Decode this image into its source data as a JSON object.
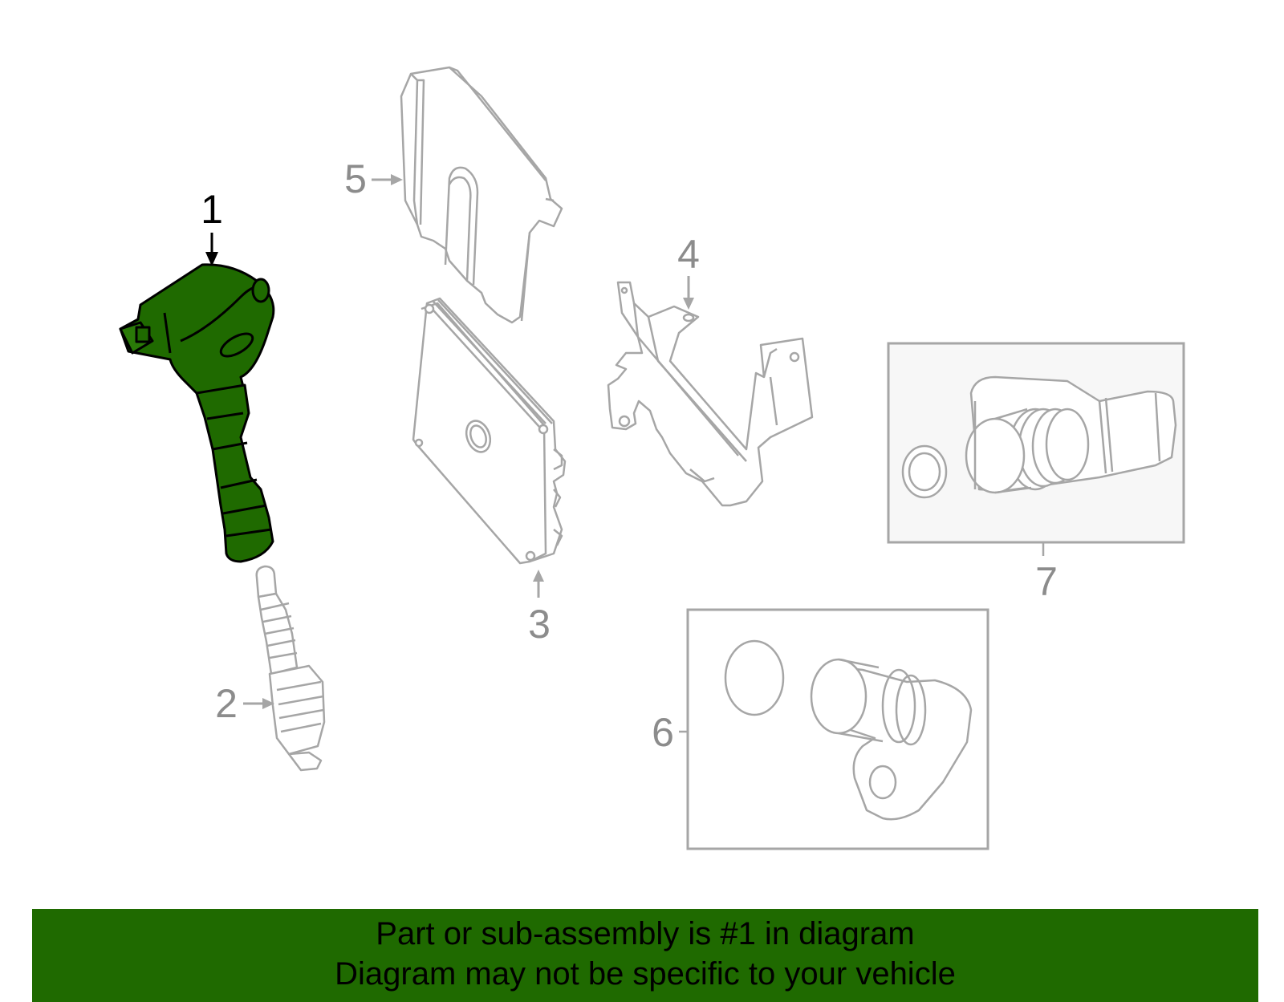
{
  "colors": {
    "highlight_fill": "#1f6a00",
    "highlight_stroke": "#000000",
    "part_stroke": "#a6a6a6",
    "callout_text": "#8c8c8c",
    "callout_active": "#000000",
    "banner_bg": "#1f6a00",
    "banner_text": "#000000",
    "inset_fill": "#f7f7f7"
  },
  "callouts": {
    "c1": "1",
    "c2": "2",
    "c3": "3",
    "c4": "4",
    "c5": "5",
    "c6": "6",
    "c7": "7"
  },
  "banner": {
    "line1": "Part or sub-assembly is #1 in diagram",
    "line2": "Diagram may not be specific to your vehicle"
  },
  "highlighted_part": "1"
}
